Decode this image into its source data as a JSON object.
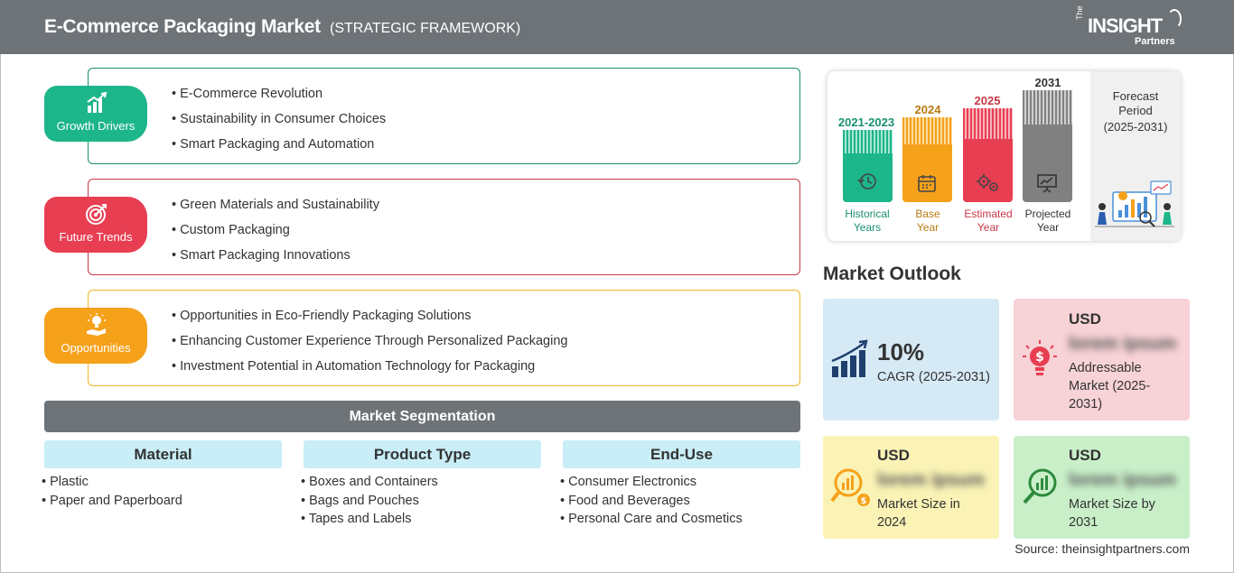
{
  "header": {
    "title": "E-Commerce Packaging Market",
    "subtitle": "(STRATEGIC FRAMEWORK)",
    "logo": {
      "the": "The",
      "insight": "INSIGHT",
      "partners": "Partners"
    }
  },
  "framework": [
    {
      "label": "Growth Drivers",
      "color": "#1db58a",
      "border": "#1a8f72",
      "icon": "growth-chart-icon",
      "items": [
        "E-Commerce Revolution",
        "Sustainability in Consumer Choices",
        "Smart Packaging and Automation"
      ]
    },
    {
      "label": "Future Trends",
      "color": "#e83e52",
      "border": "#c83848",
      "icon": "target-icon",
      "items": [
        "Green Materials and Sustainability",
        "Custom Packaging",
        "Smart Packaging Innovations"
      ]
    },
    {
      "label": "Opportunities",
      "color": "#f5a11a",
      "border": "#f0b429",
      "icon": "idea-hand-icon",
      "items": [
        "Opportunities in Eco-Friendly Packaging Solutions",
        "Enhancing Customer Experience Through Personalized Packaging",
        "Investment Potential in Automation Technology for Packaging"
      ]
    }
  ],
  "segmentation": {
    "title": "Market Segmentation",
    "columns": [
      {
        "header": "Material",
        "items": [
          "Plastic",
          "Paper and Paperboard"
        ]
      },
      {
        "header": "Product Type",
        "items": [
          "Boxes and Containers",
          "Bags and Pouches",
          "Tapes and Labels"
        ]
      },
      {
        "header": "End-Use",
        "items": [
          "Consumer Electronics",
          "Food and Beverages",
          "Personal Care and Cosmetics"
        ]
      }
    ]
  },
  "timeline": {
    "columns": [
      {
        "year": "2021-2023",
        "label1": "Historical",
        "label2": "Years",
        "color": "#1db58a",
        "text_color": "#1a8f72",
        "icon": "history-clock-icon"
      },
      {
        "year": "2024",
        "label1": "Base",
        "label2": "Year",
        "color": "#f5a11a",
        "text_color": "#b87a10",
        "icon": "calendar-icon"
      },
      {
        "year": "2025",
        "label1": "Estimated",
        "label2": "Year",
        "color": "#e83e52",
        "text_color": "#c83848",
        "icon": "gears-icon"
      },
      {
        "year": "2031",
        "label1": "Projected",
        "label2": "Year",
        "color": "#808080",
        "text_color": "#333333",
        "icon": "presentation-icon"
      }
    ],
    "forecast": {
      "title_line1": "Forecast",
      "title_line2": "Period",
      "period": "(2025-2031)"
    }
  },
  "outlook": {
    "title": "Market Outlook",
    "cagr": {
      "value": "10%",
      "label": "CAGR (2025-2031)",
      "bg": "#d6eaf5"
    },
    "addressable": {
      "usd": "USD",
      "value": "lorem ipsum",
      "line1": "Addressable",
      "line2": "Market (2025-",
      "line3": "2031)",
      "bg": "#f7d2d6"
    },
    "size2024": {
      "usd": "USD",
      "value": "lorem ipsum",
      "line1": "Market Size in",
      "line2": "2024",
      "bg": "#fbf3b6"
    },
    "size2031": {
      "usd": "USD",
      "value": "lorem ipsum",
      "line1": "Market Size by",
      "line2": "2031",
      "bg": "#c9efc9"
    }
  },
  "source": "Source: theinsightpartners.com"
}
